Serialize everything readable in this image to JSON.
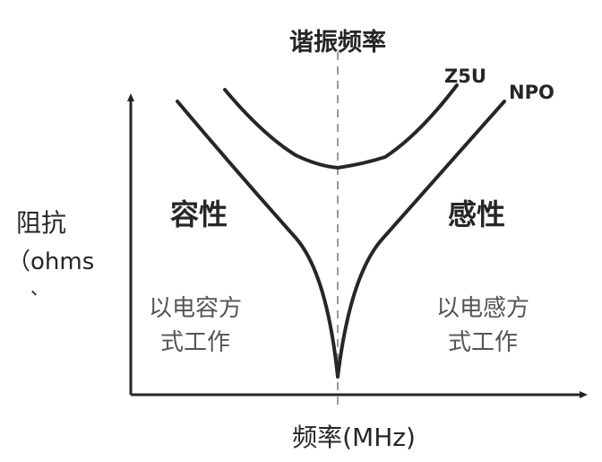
{
  "title": "谐振频率",
  "y_axis": {
    "label_line1": "阻抗",
    "label_line2": "（ohms",
    "label_tail": "、"
  },
  "x_axis": {
    "label": "频率(MHz)"
  },
  "regions": {
    "left": {
      "heading": "容性",
      "desc_line1": "以电容方",
      "desc_line2": "式工作"
    },
    "right": {
      "heading": "感性",
      "desc_line1": "以电感方",
      "desc_line2": "式工作"
    }
  },
  "curves": [
    {
      "name": "Z5U"
    },
    {
      "name": "NPO"
    }
  ],
  "colors": {
    "ink": "#262626",
    "dashed": "#9a9a9a",
    "desc_text": "#555555"
  }
}
